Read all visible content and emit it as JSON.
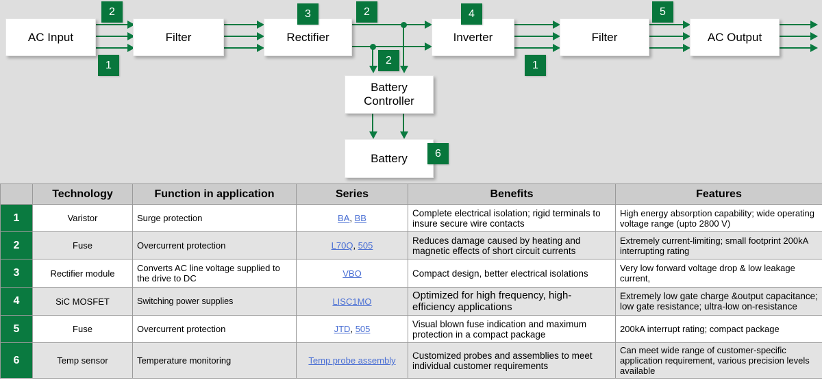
{
  "diagram": {
    "nodes": [
      {
        "id": "ac-input",
        "label": "AC Input"
      },
      {
        "id": "filter-in",
        "label": "Filter"
      },
      {
        "id": "rectifier",
        "label": "Rectifier"
      },
      {
        "id": "inverter",
        "label": "Inverter"
      },
      {
        "id": "filter-out",
        "label": "Filter"
      },
      {
        "id": "ac-output",
        "label": "AC Output"
      },
      {
        "id": "battery-controller",
        "label": "Battery\nController"
      },
      {
        "id": "battery",
        "label": "Battery"
      }
    ],
    "node_labels": {
      "ac_input": "AC Input",
      "filter_in": "Filter",
      "rectifier": "Rectifier",
      "inverter": "Inverter",
      "filter_out": "Filter",
      "ac_output": "AC Output",
      "battery_controller_line1": "Battery",
      "battery_controller_line2": "Controller",
      "battery": "Battery"
    },
    "badges": [
      {
        "id": "badge-ac-filter-top",
        "value": "2"
      },
      {
        "id": "badge-ac-filter-bottom",
        "value": "1"
      },
      {
        "id": "badge-rectifier",
        "value": "3"
      },
      {
        "id": "badge-dc-link",
        "value": "2"
      },
      {
        "id": "badge-battery-branch",
        "value": "2"
      },
      {
        "id": "badge-inverter",
        "value": "4"
      },
      {
        "id": "badge-filter-out",
        "value": "1"
      },
      {
        "id": "badge-ac-output",
        "value": "5"
      },
      {
        "id": "badge-battery",
        "value": "6"
      }
    ],
    "colors": {
      "accent_green": "#0a7a40",
      "badge_green": "#08763c",
      "background": "#dedede",
      "node_fill": "#ffffff"
    }
  },
  "table": {
    "headers": {
      "index": "",
      "technology": "Technology",
      "function": "Function in application",
      "series": "Series",
      "benefits": "Benefits",
      "features": "Features"
    },
    "rows": [
      {
        "index": "1",
        "technology": "Varistor",
        "function": "Surge protection",
        "series_links": [
          "BA",
          "BB"
        ],
        "benefits": "Complete electrical isolation; rigid terminals to insure secure wire contacts",
        "features": "High energy absorption capability; wide operating voltage range (upto 2800 V)"
      },
      {
        "index": "2",
        "technology": "Fuse",
        "function": "Overcurrent protection",
        "series_links": [
          "L70Q",
          "505"
        ],
        "benefits": "Reduces damage caused by heating and magnetic effects of short circuit currents",
        "features": "Extremely current-limiting; small footprint 200kA interrupting rating"
      },
      {
        "index": "3",
        "technology": "Rectifier module",
        "function": "Converts AC line voltage supplied to the drive to DC",
        "series_links": [
          "VBO"
        ],
        "benefits": "Compact design, better electrical isolations",
        "features": "Very low forward voltage drop & low leakage current,"
      },
      {
        "index": "4",
        "technology": "SiC MOSFET",
        "function": "Switching power supplies",
        "series_links": [
          "LISC1MO"
        ],
        "benefits": "Optimized for high frequency, high-efficiency applications",
        "features": "Extremely low gate charge &output capacitance; low gate resistance; ultra-low on-resistance"
      },
      {
        "index": "5",
        "technology": "Fuse",
        "function": "Overcurrent protection",
        "series_links": [
          "JTD",
          "505"
        ],
        "benefits": "Visual blown fuse indication and maximum protection in a compact package",
        "features": "200kA  interrupt rating; compact package"
      },
      {
        "index": "6",
        "technology": "Temp sensor",
        "function": "Temperature monitoring",
        "series_links": [
          "Temp probe assembly"
        ],
        "benefits": "Customized probes and assemblies to meet individual customer requirements",
        "features": "Can meet wide range of customer-specific application requirement, various precision levels available"
      }
    ],
    "colors": {
      "header_fill": "#cccccc",
      "index_fill": "#0a7a40",
      "shade_fill": "#e3e3e3",
      "link_color": "#4a6fd4"
    }
  }
}
